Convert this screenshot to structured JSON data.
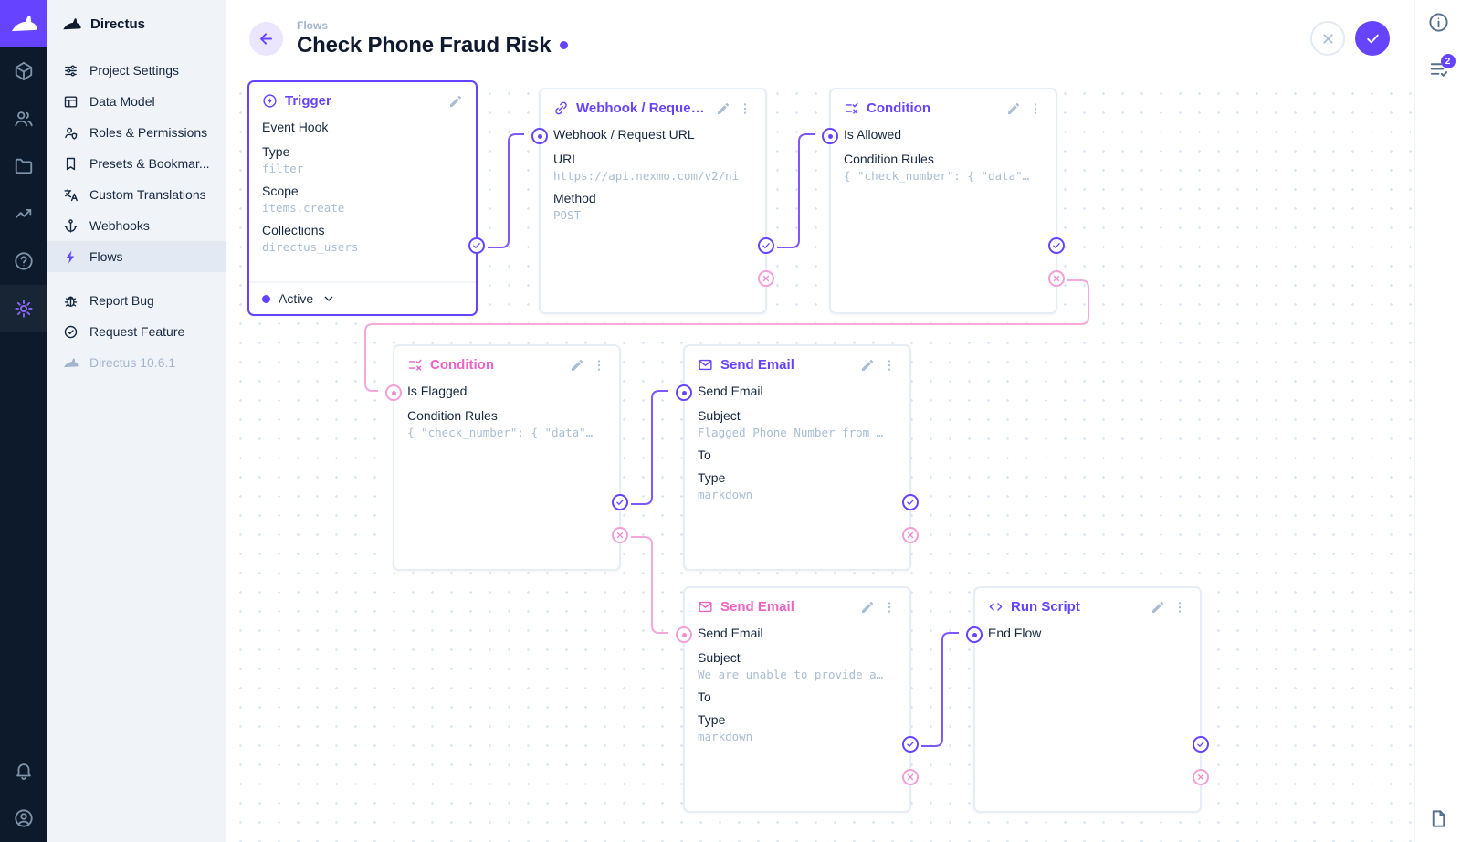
{
  "sidebar": {
    "title": "Directus",
    "items": [
      {
        "label": "Project Settings"
      },
      {
        "label": "Data Model"
      },
      {
        "label": "Roles & Permissions"
      },
      {
        "label": "Presets & Bookmar..."
      },
      {
        "label": "Custom Translations"
      },
      {
        "label": "Webhooks"
      },
      {
        "label": "Flows"
      }
    ],
    "secondary": [
      {
        "label": "Report Bug"
      },
      {
        "label": "Request Feature"
      }
    ],
    "version": "Directus 10.6.1"
  },
  "header": {
    "breadcrumb": "Flows",
    "title": "Check Phone Fraud Risk"
  },
  "right_bar": {
    "notification_count": "2"
  },
  "flow": {
    "trigger": {
      "title": "Trigger",
      "name": "Event Hook",
      "fields": [
        {
          "label": "Type",
          "value": "filter"
        },
        {
          "label": "Scope",
          "value": "items.create"
        },
        {
          "label": "Collections",
          "value": "directus_users"
        }
      ],
      "status": "Active"
    },
    "operations": [
      {
        "title": "Webhook / Request URL",
        "name": "Webhook / Request URL",
        "fields": [
          {
            "label": "URL",
            "value": "https://api.nexmo.com/v2/ni"
          },
          {
            "label": "Method",
            "value": "POST"
          }
        ]
      },
      {
        "title": "Condition",
        "name": "Is Allowed",
        "fields": [
          {
            "label": "Condition Rules",
            "value": "{ \"check_number\": { \"data\"…"
          }
        ]
      },
      {
        "title": "Condition",
        "name": "Is Flagged",
        "fields": [
          {
            "label": "Condition Rules",
            "value": "{ \"check_number\": { \"data\"…"
          }
        ]
      },
      {
        "title": "Send Email",
        "name": "Send Email",
        "fields": [
          {
            "label": "Subject",
            "value": "Flagged Phone Number from …"
          },
          {
            "label": "To",
            "value": ""
          },
          {
            "label": "Type",
            "value": "markdown"
          }
        ]
      },
      {
        "title": "Send Email",
        "name": "Send Email",
        "fields": [
          {
            "label": "Subject",
            "value": "We are unable to provide a…"
          },
          {
            "label": "To",
            "value": ""
          },
          {
            "label": "Type",
            "value": "markdown"
          }
        ]
      },
      {
        "title": "Run Script",
        "name": "End Flow",
        "fields": []
      }
    ]
  },
  "colors": {
    "accent": "#6644ff",
    "pink_accent": "#e964c4",
    "line_purple": "#7e57ff",
    "line_pink": "#f5a9da"
  }
}
